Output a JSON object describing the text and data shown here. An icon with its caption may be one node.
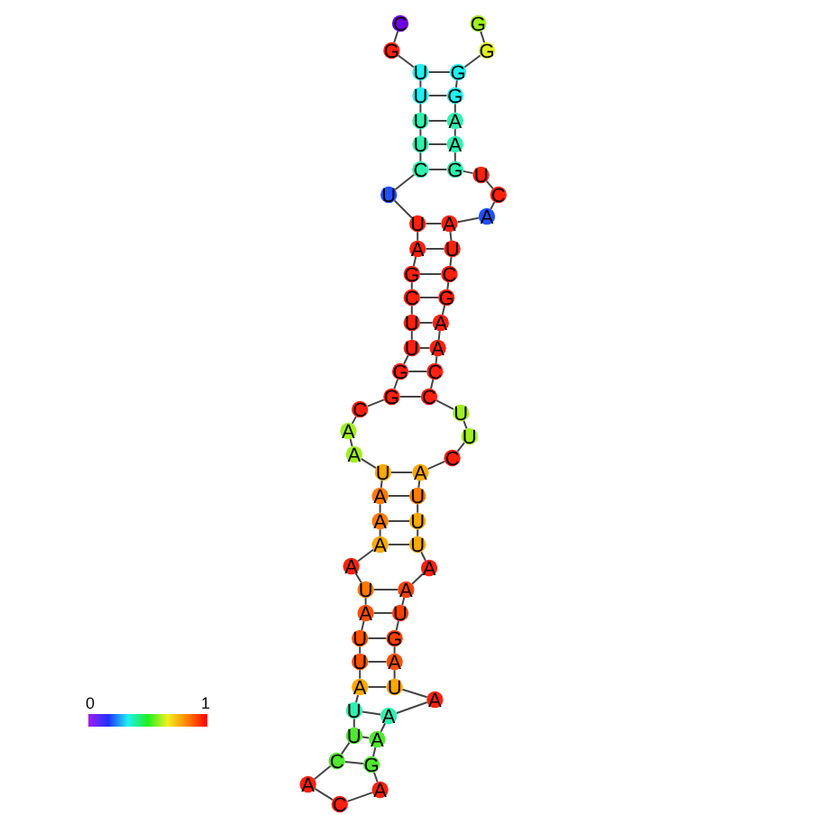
{
  "diagram": {
    "nodes": [
      {
        "text": [
          "C"
        ]
      },
      {
        "text": [
          "G"
        ]
      },
      {
        "text": [
          "U"
        ]
      },
      {
        "text": [
          "U"
        ]
      },
      {
        "text": [
          "U"
        ]
      },
      {
        "text": [
          "U"
        ]
      },
      {
        "text": [
          "C"
        ]
      },
      {
        "text": [
          "U"
        ]
      },
      {
        "text": [
          "U"
        ]
      },
      {
        "text": [
          "A"
        ]
      },
      {
        "text": [
          "G"
        ]
      },
      {
        "text": [
          "C"
        ]
      },
      {
        "text": [
          "U"
        ]
      },
      {
        "text": [
          "U"
        ]
      },
      {
        "text": [
          "G"
        ]
      },
      {
        "text": [
          "G"
        ]
      },
      {
        "text": [
          "C"
        ]
      },
      {
        "text": [
          "A"
        ]
      },
      {
        "text": [
          "A"
        ]
      },
      {
        "text": [
          "U"
        ]
      },
      {
        "text": [
          "A"
        ]
      },
      {
        "text": [
          "A"
        ]
      },
      {
        "text": [
          "A"
        ]
      },
      {
        "text": [
          "A"
        ]
      },
      {
        "text": [
          "U"
        ]
      },
      {
        "text": [
          "A"
        ]
      },
      {
        "text": [
          "U"
        ]
      },
      {
        "text": [
          "U"
        ]
      },
      {
        "text": [
          "A"
        ]
      },
      {
        "text": [
          "U"
        ]
      },
      {
        "text": [
          "U"
        ]
      },
      {
        "text": [
          "C"
        ]
      },
      {
        "text": [
          "A"
        ]
      },
      {
        "text": [
          "C"
        ]
      },
      {
        "text": [
          "A"
        ]
      },
      {
        "text": [
          "G"
        ]
      },
      {
        "text": [
          "A"
        ]
      },
      {
        "text": [
          "A"
        ]
      },
      {
        "text": [
          "A"
        ]
      },
      {
        "text": [
          "U"
        ]
      },
      {
        "text": [
          "A"
        ]
      },
      {
        "text": [
          "G"
        ]
      },
      {
        "text": [
          "U"
        ]
      },
      {
        "text": [
          "A"
        ]
      },
      {
        "text": [
          "A"
        ]
      },
      {
        "text": [
          "U"
        ]
      },
      {
        "text": [
          "U"
        ]
      },
      {
        "text": [
          "U"
        ]
      },
      {
        "text": [
          "A"
        ]
      },
      {
        "text": [
          "C"
        ]
      },
      {
        "text": [
          "U"
        ]
      },
      {
        "text": [
          "U"
        ]
      },
      {
        "text": [
          "C"
        ]
      },
      {
        "text": [
          "C"
        ]
      },
      {
        "text": [
          "A"
        ]
      },
      {
        "text": [
          "A"
        ]
      },
      {
        "text": [
          "G"
        ]
      },
      {
        "text": [
          "C"
        ]
      },
      {
        "text": [
          "U"
        ]
      },
      {
        "text": [
          "A"
        ]
      },
      {
        "text": [
          "A"
        ]
      },
      {
        "text": [
          "C"
        ]
      },
      {
        "text": [
          "U"
        ]
      },
      {
        "text": [
          "G"
        ]
      },
      {
        "text": [
          "A"
        ]
      },
      {
        "text": [
          "A"
        ]
      },
      {
        "text": [
          "G"
        ]
      },
      {
        "text": [
          "G"
        ]
      },
      {
        "text": [
          "G"
        ]
      },
      {
        "text": [
          "G"
        ]
      }
    ],
    "edges": [
      {
        "from": 0,
        "to": 1,
        "arrow": "none"
      },
      {
        "from": 1,
        "to": 2,
        "arrow": "none"
      },
      {
        "from": 2,
        "to": 3,
        "arrow": "none"
      },
      {
        "from": 3,
        "to": 4,
        "arrow": "none"
      },
      {
        "from": 4,
        "to": 5,
        "arrow": "none"
      },
      {
        "from": 5,
        "to": 6,
        "arrow": "none"
      },
      {
        "from": 6,
        "to": 7,
        "arrow": "none"
      },
      {
        "from": 7,
        "to": 8,
        "arrow": "none"
      },
      {
        "from": 8,
        "to": 9,
        "arrow": "none"
      },
      {
        "from": 9,
        "to": 10,
        "arrow": "none"
      },
      {
        "from": 10,
        "to": 11,
        "arrow": "none"
      },
      {
        "from": 11,
        "to": 12,
        "arrow": "none"
      },
      {
        "from": 12,
        "to": 13,
        "arrow": "none"
      },
      {
        "from": 13,
        "to": 14,
        "arrow": "none"
      },
      {
        "from": 14,
        "to": 15,
        "arrow": "none"
      },
      {
        "from": 15,
        "to": 16,
        "arrow": "none"
      },
      {
        "from": 16,
        "to": 17,
        "arrow": "none"
      },
      {
        "from": 17,
        "to": 18,
        "arrow": "none"
      },
      {
        "from": 18,
        "to": 19,
        "arrow": "none"
      },
      {
        "from": 19,
        "to": 20,
        "arrow": "none"
      },
      {
        "from": 20,
        "to": 21,
        "arrow": "none"
      },
      {
        "from": 21,
        "to": 22,
        "arrow": "none"
      },
      {
        "from": 22,
        "to": 23,
        "arrow": "none"
      },
      {
        "from": 23,
        "to": 24,
        "arrow": "none"
      },
      {
        "from": 24,
        "to": 25,
        "arrow": "none"
      },
      {
        "from": 25,
        "to": 26,
        "arrow": "none"
      },
      {
        "from": 26,
        "to": 27,
        "arrow": "none"
      },
      {
        "from": 27,
        "to": 28,
        "arrow": "none"
      },
      {
        "from": 28,
        "to": 29,
        "arrow": "none"
      },
      {
        "from": 29,
        "to": 30,
        "arrow": "none"
      },
      {
        "from": 30,
        "to": 31,
        "arrow": "none"
      },
      {
        "from": 31,
        "to": 32,
        "arrow": "none"
      },
      {
        "from": 32,
        "to": 33,
        "arrow": "none"
      },
      {
        "from": 33,
        "to": 34,
        "arrow": "none"
      },
      {
        "from": 34,
        "to": 35,
        "arrow": "none"
      },
      {
        "from": 35,
        "to": 36,
        "arrow": "none"
      },
      {
        "from": 36,
        "to": 37,
        "arrow": "none"
      },
      {
        "from": 37,
        "to": 38,
        "arrow": "none"
      },
      {
        "from": 38,
        "to": 39,
        "arrow": "none"
      },
      {
        "from": 39,
        "to": 40,
        "arrow": "none"
      },
      {
        "from": 40,
        "to": 41,
        "arrow": "none"
      },
      {
        "from": 41,
        "to": 42,
        "arrow": "none"
      },
      {
        "from": 42,
        "to": 43,
        "arrow": "none"
      },
      {
        "from": 43,
        "to": 44,
        "arrow": "none"
      },
      {
        "from": 44,
        "to": 45,
        "arrow": "none"
      },
      {
        "from": 45,
        "to": 46,
        "arrow": "none"
      },
      {
        "from": 46,
        "to": 47,
        "arrow": "none"
      },
      {
        "from": 47,
        "to": 48,
        "arrow": "none"
      },
      {
        "from": 48,
        "to": 49,
        "arrow": "none"
      },
      {
        "from": 49,
        "to": 50,
        "arrow": "none"
      },
      {
        "from": 50,
        "to": 51,
        "arrow": "none"
      },
      {
        "from": 51,
        "to": 52,
        "arrow": "none"
      },
      {
        "from": 52,
        "to": 53,
        "arrow": "none"
      },
      {
        "from": 53,
        "to": 54,
        "arrow": "none"
      },
      {
        "from": 54,
        "to": 55,
        "arrow": "none"
      },
      {
        "from": 55,
        "to": 56,
        "arrow": "none"
      },
      {
        "from": 56,
        "to": 57,
        "arrow": "none"
      },
      {
        "from": 57,
        "to": 58,
        "arrow": "none"
      },
      {
        "from": 58,
        "to": 59,
        "arrow": "none"
      },
      {
        "from": 59,
        "to": 60,
        "arrow": "none"
      },
      {
        "from": 60,
        "to": 61,
        "arrow": "none"
      },
      {
        "from": 61,
        "to": 62,
        "arrow": "none"
      },
      {
        "from": 62,
        "to": 63,
        "arrow": "none"
      },
      {
        "from": 63,
        "to": 64,
        "arrow": "none"
      },
      {
        "from": 64,
        "to": 65,
        "arrow": "none"
      },
      {
        "from": 65,
        "to": 66,
        "arrow": "none"
      },
      {
        "from": 66,
        "to": 67,
        "arrow": "none"
      },
      {
        "from": 67,
        "to": 68,
        "arrow": "none"
      },
      {
        "from": 68,
        "to": 69,
        "arrow": "none"
      },
      {
        "from": 2,
        "to": 67,
        "arrow": "none"
      },
      {
        "from": 3,
        "to": 66,
        "arrow": "none"
      },
      {
        "from": 4,
        "to": 65,
        "arrow": "none"
      },
      {
        "from": 5,
        "to": 64,
        "arrow": "none"
      },
      {
        "from": 6,
        "to": 63,
        "arrow": "none"
      },
      {
        "from": 8,
        "to": 59,
        "arrow": "none"
      },
      {
        "from": 9,
        "to": 58,
        "arrow": "none"
      },
      {
        "from": 10,
        "to": 57,
        "arrow": "none"
      },
      {
        "from": 11,
        "to": 56,
        "arrow": "none"
      },
      {
        "from": 12,
        "to": 55,
        "arrow": "none"
      },
      {
        "from": 13,
        "to": 54,
        "arrow": "none"
      },
      {
        "from": 14,
        "to": 53,
        "arrow": "none"
      },
      {
        "from": 15,
        "to": 52,
        "arrow": "none"
      },
      {
        "from": 19,
        "to": 48,
        "arrow": "none"
      },
      {
        "from": 20,
        "to": 47,
        "arrow": "none"
      },
      {
        "from": 21,
        "to": 46,
        "arrow": "none"
      },
      {
        "from": 22,
        "to": 45,
        "arrow": "none"
      },
      {
        "from": 24,
        "to": 43,
        "arrow": "none"
      },
      {
        "from": 25,
        "to": 42,
        "arrow": "none"
      },
      {
        "from": 26,
        "to": 41,
        "arrow": "none"
      },
      {
        "from": 27,
        "to": 40,
        "arrow": "none"
      },
      {
        "from": 28,
        "to": 39,
        "arrow": "none"
      },
      {
        "from": 29,
        "to": 37,
        "arrow": "none"
      },
      {
        "from": 30,
        "to": 36,
        "arrow": "none"
      },
      {
        "from": 31,
        "to": 35,
        "arrow": "none"
      }
    ],
    "labels": [
      "0",
      "1"
    ]
  }
}
